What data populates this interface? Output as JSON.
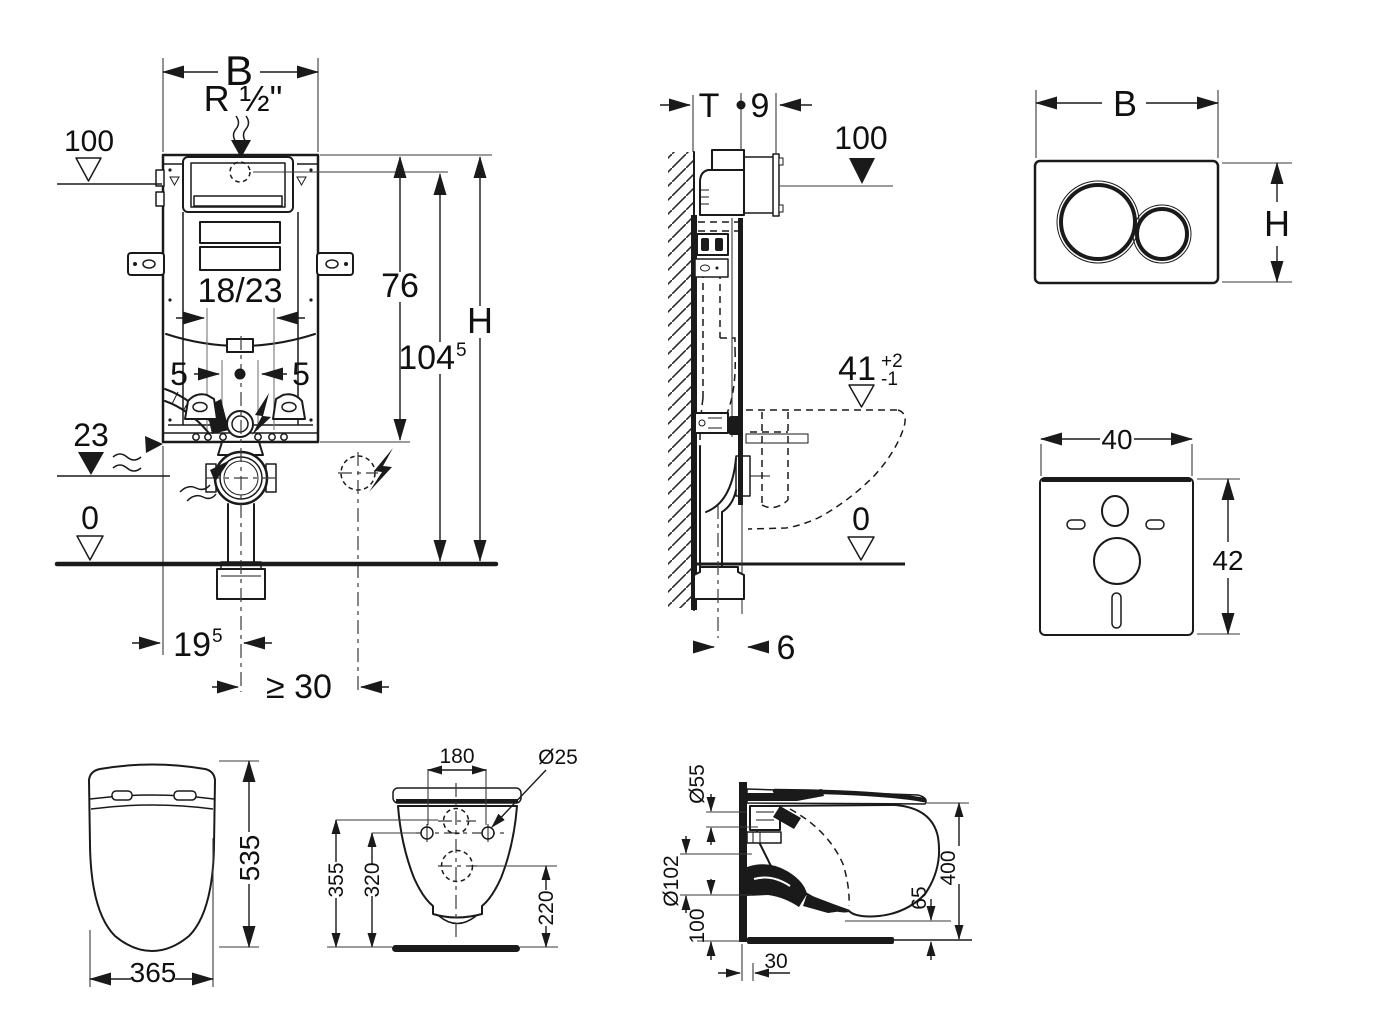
{
  "sheet": {
    "background": "#ffffff",
    "line_color": "#1a1a1a"
  },
  "front_view": {
    "width_label": "B",
    "water_connection": "R ½\"",
    "level_top": "100",
    "frame_height": "76",
    "height_1045_base": "104",
    "height_1045_sup": "5",
    "total_height": "H",
    "fixing_spacing": "18/23",
    "offset_left": "5",
    "offset_right": "5",
    "level_outlet": "23",
    "level_floor": "0",
    "outlet_offset_base": "19",
    "outlet_offset_sup": "5",
    "side_clearance": "≥ 30"
  },
  "side_view": {
    "depth_label": "T",
    "protrusion": "9",
    "level_top": "100",
    "wc_height": "41",
    "wc_height_tol_plus": "+2",
    "wc_height_tol_minus": "-1",
    "level_floor": "0",
    "outlet_distance": "6"
  },
  "flush_plate": {
    "width_label": "B",
    "height_label": "H"
  },
  "sound_mat": {
    "width": "40",
    "height": "42"
  },
  "seat_top_view": {
    "length": "535",
    "width": "365"
  },
  "bowl_rear_view": {
    "hole_spacing": "180",
    "hole_diameter": "Ø25",
    "flush_center_height": "355",
    "holes_height": "320",
    "outlet_center_height": "220"
  },
  "bowl_side_view": {
    "flush_pipe": "Ø55",
    "outlet_pipe": "Ø102",
    "outlet_bottom_height": "100",
    "rim_clearance": "65",
    "depth": "400",
    "outlet_offset": "30"
  }
}
